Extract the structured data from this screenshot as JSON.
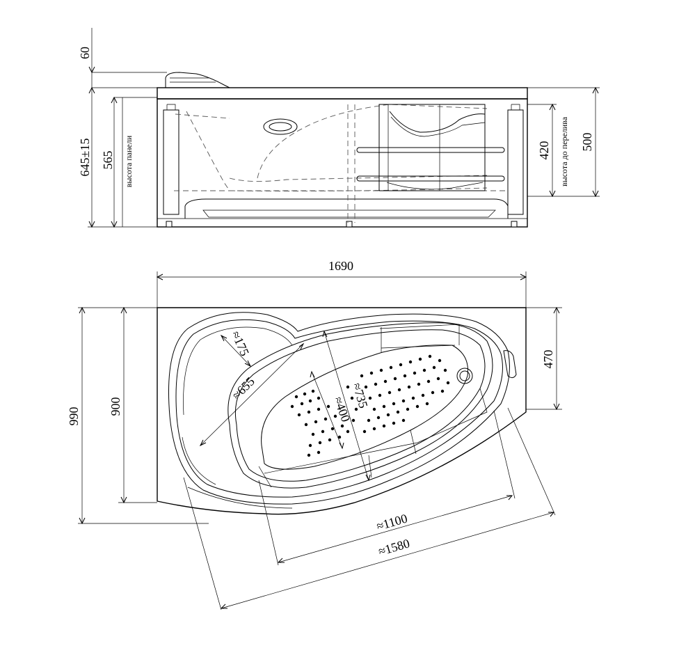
{
  "side_view": {
    "dims": {
      "headrest_height": "60",
      "total_height": "645±15",
      "panel_height_value": "565",
      "panel_height_label": "высота панели",
      "overflow_height_value": "420",
      "overflow_height_label": "высота до перелива",
      "rim_height": "500"
    }
  },
  "top_view": {
    "dims": {
      "overall_length": "1690",
      "overall_depth": "990",
      "inner_depth": "900",
      "right_depth": "470",
      "seat_radius": "≈175",
      "bowl_width": "≈655",
      "inner_width": "≈735",
      "foot_width": "≈400",
      "inner_length": "≈1100",
      "outer_length": "≈1580"
    }
  }
}
